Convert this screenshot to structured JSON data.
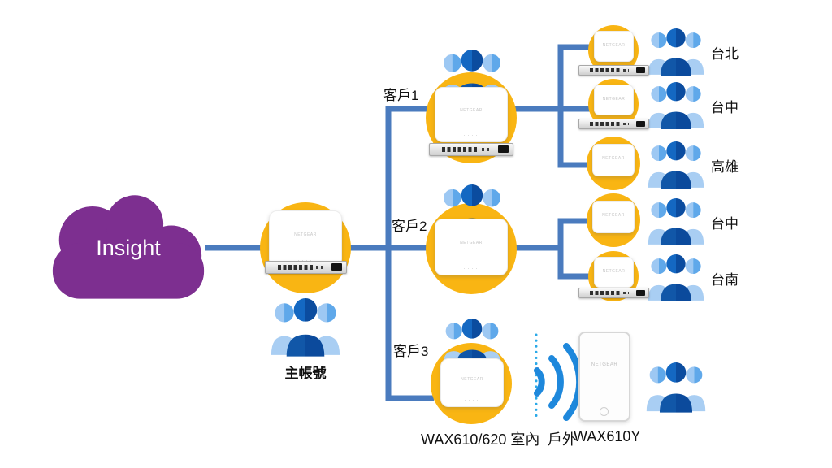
{
  "cloud": {
    "label": "Insight"
  },
  "main_account": {
    "label": "主帳號"
  },
  "customers": [
    {
      "label": "客戶1"
    },
    {
      "label": "客戶2"
    },
    {
      "label": "客戶3"
    }
  ],
  "locations": [
    {
      "label": "台北"
    },
    {
      "label": "台中"
    },
    {
      "label": "高雄"
    },
    {
      "label": "台中"
    },
    {
      "label": "台南"
    }
  ],
  "bottom": {
    "indoor": "WAX610/620 室內",
    "outdoor": "戶外",
    "outdoor_model": "WAX610Y"
  },
  "device_brand": "NETGEAR",
  "colors": {
    "cloud_purple": "#7D2F90",
    "node_yellow": "#F9B513",
    "connector_blue": "#4A7BBE",
    "wifi_blue": "#1E88DC",
    "divider_blue": "#2AA9E8",
    "person_dark_blue": "#0B4C9F",
    "person_light_blue": "#A9CEF3"
  }
}
